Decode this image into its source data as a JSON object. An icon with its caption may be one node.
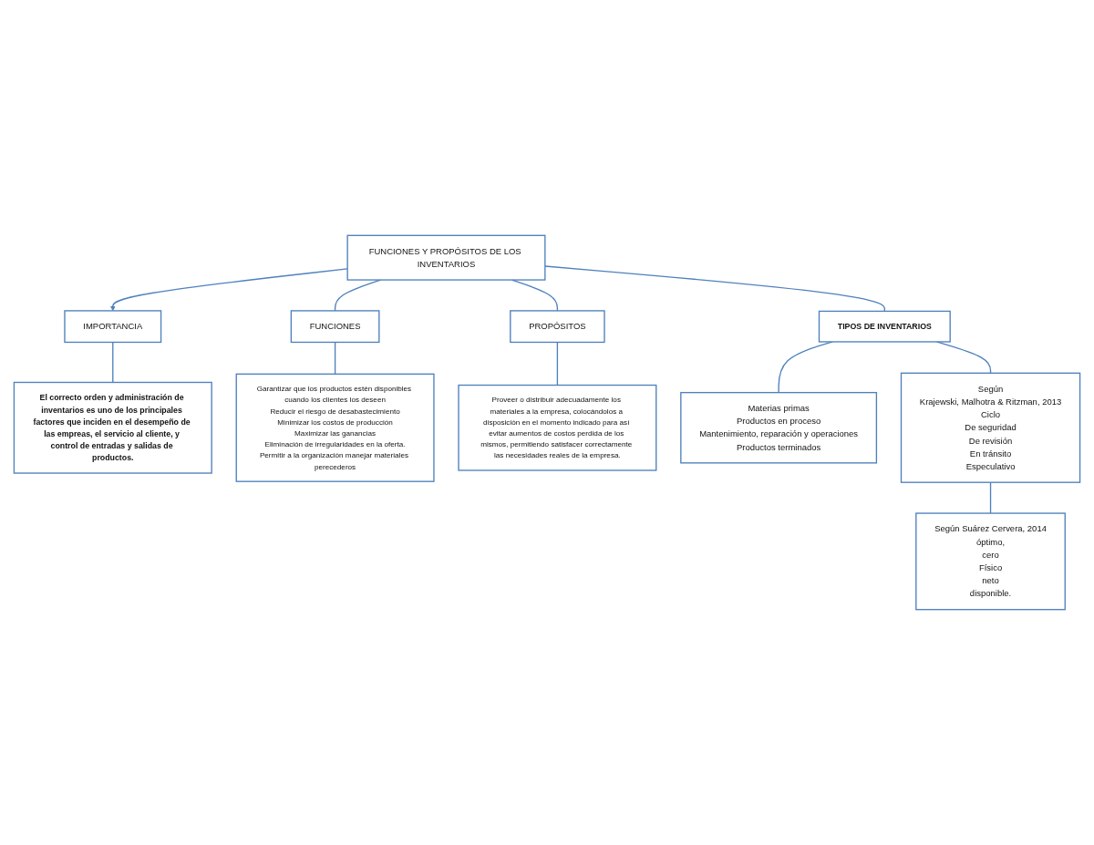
{
  "diagram": {
    "nodes": [
      {
        "text": [
          "FUNCIONES Y PROPÓSITOS DE LOS INVENTARIOS"
        ]
      },
      {
        "text": [
          "IMPORTANCIA"
        ]
      },
      {
        "text": [
          "FUNCIONES"
        ]
      },
      {
        "text": [
          "PROPÓSITOS"
        ]
      },
      {
        "text": [
          "El correcto orden y administración de inventarios es uno de los principales factores que inciden en el desempeño de las empreas, el servicio al cliente, y control de entradas y salidas de productos."
        ]
      },
      {
        "text": [
          "Garantizar que los productos estén disponibles cuando los clientes los deseen",
          "Reducir el riesgo de desabastecimiento",
          "Minimizar los costos de producción",
          "Maximizar las ganancias",
          "Eliminación de irregularidades en la oferta.",
          "Permitir a la organización manejar materiales perecederos"
        ]
      },
      {
        "text": [
          "Proveer o distribuir adecuadamente los materiales a la empresa, colocándolos a disposición en el momento indicado para así evitar aumentos de costos perdida de los mismos, permitiendo satisfacer correctamente las necesidades reales de la empresa."
        ]
      },
      {
        "text": [
          "TIPOS DE INVENTARIOS"
        ]
      },
      {
        "text": [
          "Materias primas",
          "Productos en proceso",
          "Mantenimiento, reparación y operaciones",
          "Productos terminados"
        ]
      },
      {
        "text": [
          "Según",
          "Krajewski, Malhotra & Ritzman, 2013",
          "Ciclo",
          "De seguridad",
          "De revisión",
          "En tránsito",
          "Especulativo"
        ]
      },
      {
        "text": [
          "Según Suárez Cervera, 2014",
          "óptimo,",
          "cero",
          "Físico",
          "neto",
          "disponible."
        ]
      }
    ],
    "edges": [
      {
        "from": 0,
        "to": 1,
        "arrow": "to"
      },
      {
        "from": 0,
        "to": 2,
        "arrow": "none"
      },
      {
        "from": 0,
        "to": 3,
        "arrow": "none"
      },
      {
        "from": 1,
        "to": 4,
        "arrow": "none"
      },
      {
        "from": 2,
        "to": 5,
        "arrow": "none"
      },
      {
        "from": 3,
        "to": 6,
        "arrow": "none"
      },
      {
        "from": 0,
        "to": 7,
        "arrow": "none"
      },
      {
        "from": 7,
        "to": 8,
        "arrow": "none"
      },
      {
        "from": 7,
        "to": 9,
        "arrow": "none"
      },
      {
        "from": 9,
        "to": 10,
        "arrow": "none"
      }
    ]
  }
}
